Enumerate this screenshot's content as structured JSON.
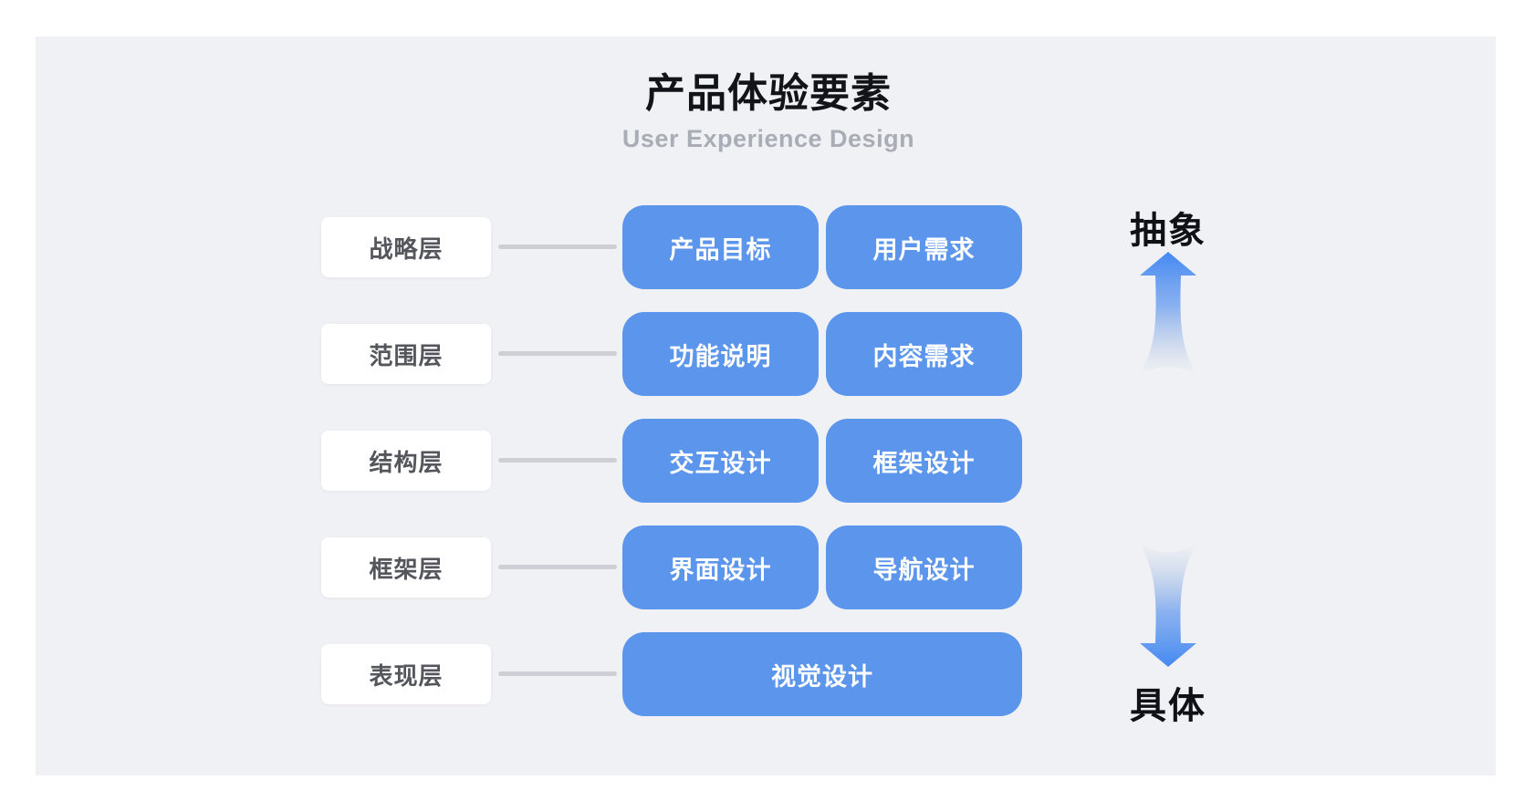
{
  "header": {
    "title": "产品体验要素",
    "subtitle": "User Experience Design"
  },
  "rows": [
    {
      "label": "战略层",
      "items": [
        "产品目标",
        "用户需求"
      ]
    },
    {
      "label": "范围层",
      "items": [
        "功能说明",
        "内容需求"
      ]
    },
    {
      "label": "结构层",
      "items": [
        "交互设计",
        "框架设计"
      ]
    },
    {
      "label": "框架层",
      "items": [
        "界面设计",
        "导航设计"
      ]
    },
    {
      "label": "表现层",
      "items": [
        "视觉设计"
      ]
    }
  ],
  "axis": {
    "top_label": "抽象",
    "bottom_label": "具体"
  },
  "colors": {
    "panel_background": "#F0F1F5",
    "chip_blue": "#5B95EC",
    "connector_gray": "#CDCFD4",
    "subtitle_gray": "#A9ADB5",
    "row_label_text": "#54565C",
    "arrow_blue_solid": "#4489F2"
  }
}
